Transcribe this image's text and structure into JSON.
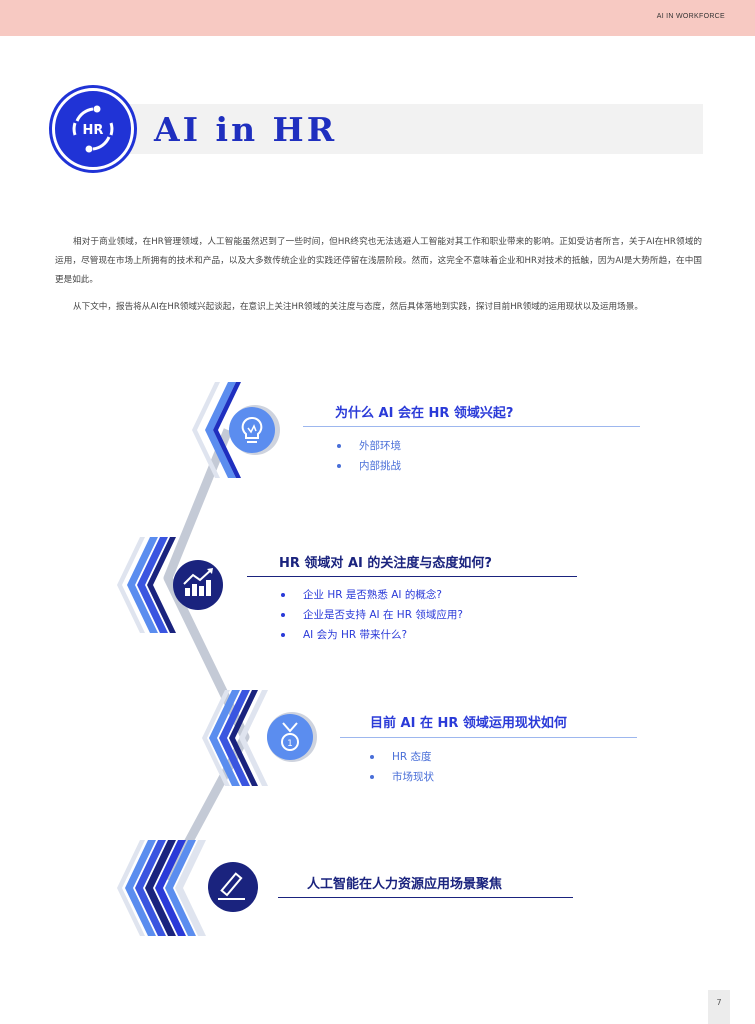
{
  "header": {
    "label": "AI IN WORKFORCE"
  },
  "title": {
    "text": "AI in HR",
    "logo_text": "HR",
    "logo_icon": "hr-network-icon"
  },
  "intro": {
    "paragraphs": [
      "相对于商业领域，在HR管理领域，人工智能虽然迟到了一些时间，但HR终究也无法逃避人工智能对其工作和职业带来的影响。正如受访者所言，关于AI在HR领域的运用，尽管现在市场上所拥有的技术和产品，以及大多数传统企业的实践还停留在浅层阶段。然而，这完全不意味着企业和HR对技术的抵触，因为AI是大势所趋，在中国更是如此。",
      "从下文中，报告将从AI在HR领域兴起谈起，在意识上关注HR领域的关注度与态度，然后具体落地到实践，探讨目前HR领域的运用现状以及运用场景。"
    ]
  },
  "sections": [
    {
      "icon": "lightbulb-icon",
      "title": "为什么 AI 会在 HR 领域兴起?",
      "bullets": [
        "外部环境",
        "内部挑战"
      ]
    },
    {
      "icon": "growth-chart-icon",
      "title": "HR 领域对 AI 的关注度与态度如何?",
      "bullets": [
        "企业 HR 是否熟悉 AI 的概念?",
        "企业是否支持 AI 在 HR 领域应用?",
        "AI 会为 HR 带来什么?"
      ]
    },
    {
      "icon": "medal-icon",
      "title": "目前 AI 在 HR 领域运用现状如何",
      "bullets": [
        "HR 态度",
        "市场现状"
      ]
    },
    {
      "icon": "pencil-icon",
      "title": "人工智能在人力资源应用场景聚焦",
      "bullets": []
    }
  ],
  "colors": {
    "brand_blue": "#2033d6",
    "navy": "#1a237e",
    "light_blue": "#5b8def",
    "pink_header": "#f7c9c2",
    "connector_gray": "#c4cad6"
  },
  "footer": {
    "page_number": "7"
  }
}
